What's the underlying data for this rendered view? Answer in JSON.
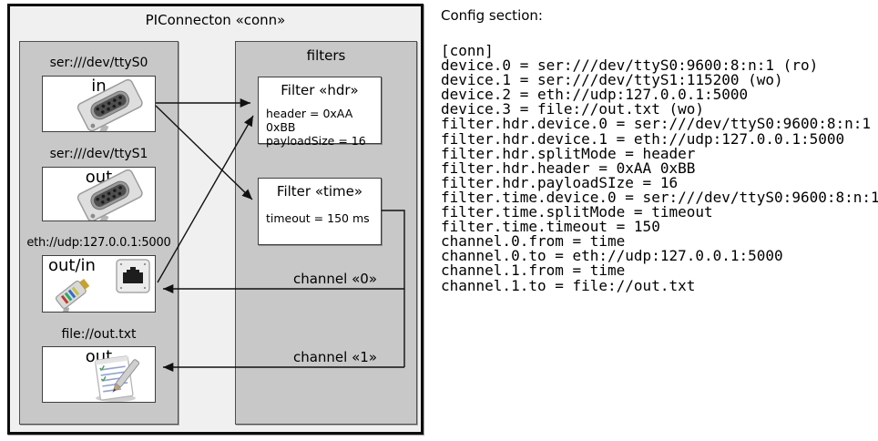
{
  "diagram": {
    "title": "PIConnecton «conn»",
    "devices": [
      {
        "label": "ser:///dev/ttyS0",
        "direction": "in",
        "icon": "serial-connector-icon"
      },
      {
        "label": "ser:///dev/ttyS1",
        "direction": "out",
        "icon": "serial-connector-icon"
      },
      {
        "label": "eth://udp:127.0.0.1:5000",
        "direction": "out/in",
        "icon": "ethernet-jack-icon, ethernet-cable-icon"
      },
      {
        "label": "file://out.txt",
        "direction": "out",
        "icon": "notepad-icon"
      }
    ],
    "filters_panel": {
      "title": "filters",
      "filters": [
        {
          "title": "Filter «hdr»",
          "attributes": [
            "header = 0xAA 0xBB",
            "payloadSize = 16"
          ]
        },
        {
          "title": "Filter «time»",
          "attributes": [
            "timeout = 150 ms"
          ]
        }
      ]
    },
    "channels": [
      {
        "label": "channel «0»"
      },
      {
        "label": "channel «1»"
      }
    ]
  },
  "config": {
    "title": "Config section:",
    "lines": [
      "[conn]",
      "device.0 = ser:///dev/ttyS0:9600:8:n:1 (ro)",
      "device.1 = ser:///dev/ttyS1:115200 (wo)",
      "device.2 = eth://udp:127.0.0.1:5000",
      "device.3 = file://out.txt (wo)",
      "filter.hdr.device.0 = ser:///dev/ttyS0:9600:8:n:1",
      "filter.hdr.device.1 = eth://udp:127.0.0.1:5000",
      "filter.hdr.splitMode = header",
      "filter.hdr.header = 0xAA 0xBB",
      "filter.hdr.payloadSIze = 16",
      "filter.time.device.0 = ser:///dev/ttyS0:9600:8:n:1",
      "filter.time.splitMode = timeout",
      "filter.time.timeout = 150",
      "channel.0.from = time",
      "channel.0.to = eth://udp:127.0.0.1:5000",
      "channel.1.from = time",
      "channel.1.to = file://out.txt"
    ]
  },
  "colors": {
    "diagram_background": "#f0f0f0",
    "panel_background": "#c8c8c8",
    "box_background": "#ffffff",
    "line_and_text": "#000000"
  }
}
